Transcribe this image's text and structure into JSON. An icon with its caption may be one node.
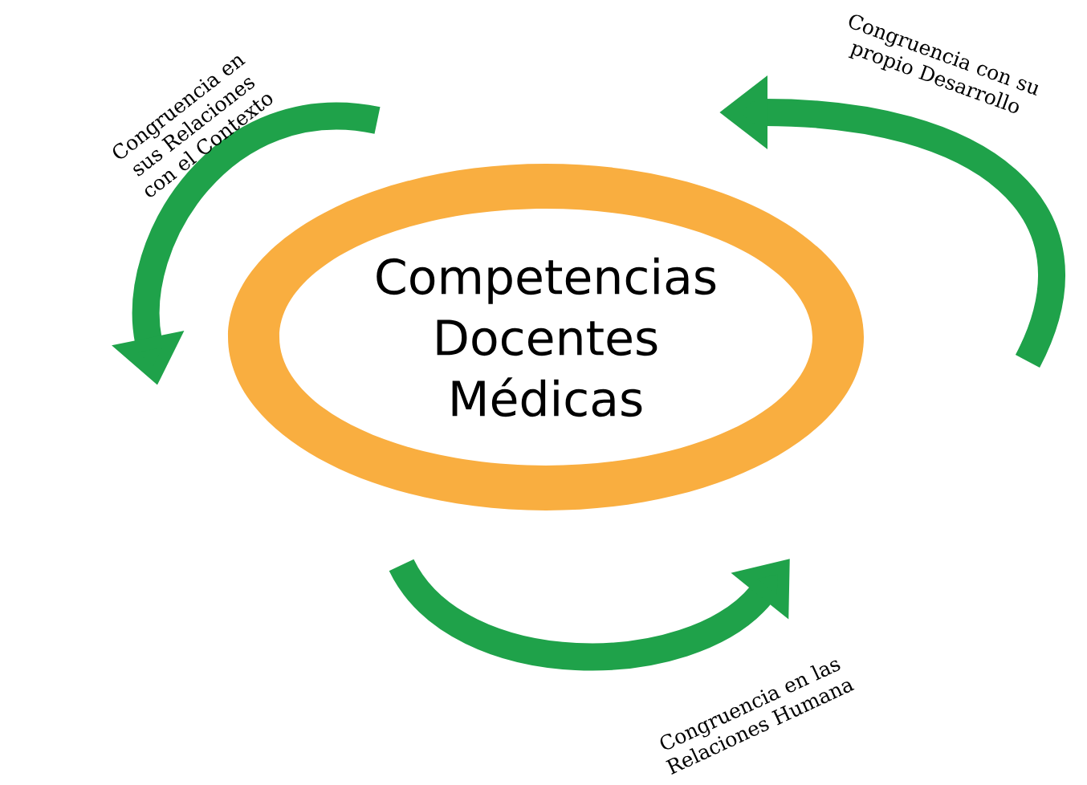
{
  "diagram": {
    "nodes": [
      {
        "text": [
          "Competencias Docentes Médicas"
        ]
      }
    ],
    "labels": [
      "Congruencia en sus Relaciones con el Contexto",
      "Congruencia con su propio Desarrollo",
      "Congruencia en las Relaciones Humana"
    ]
  }
}
